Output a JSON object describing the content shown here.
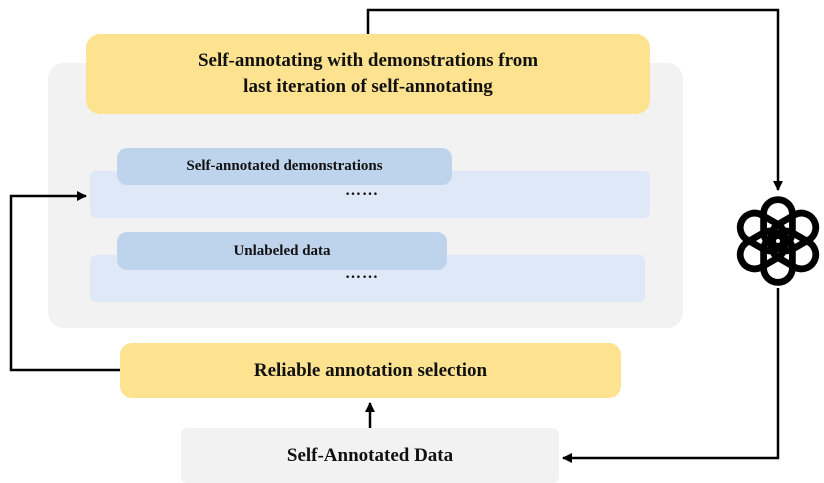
{
  "top_block": {
    "line1": "Self-annotating with demonstrations from",
    "line2": "last iteration of self-annotating"
  },
  "demonstrations": {
    "label": "Self-annotated demonstrations",
    "ellipsis": "……"
  },
  "unlabeled": {
    "label": "Unlabeled data",
    "ellipsis": "……"
  },
  "selection": {
    "label": "Reliable annotation selection"
  },
  "output": {
    "label": "Self-Annotated Data"
  },
  "llm": {
    "icon": "openai-logo-icon"
  },
  "colors": {
    "yellow_box": "#fde28f",
    "gray_panel": "#f2f2f2",
    "blue_label": "#bed3ec",
    "blue_row": "#dee8f6",
    "arrow": "#000000"
  }
}
